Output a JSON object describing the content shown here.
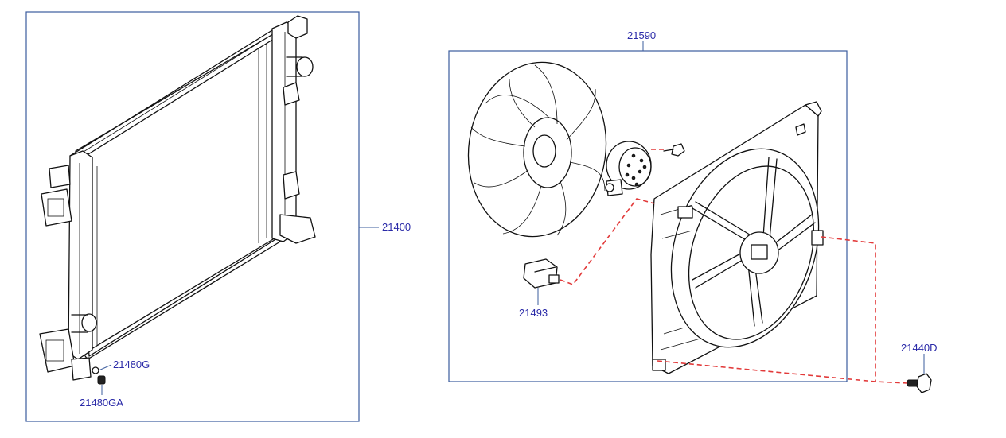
{
  "labels": {
    "radiator": "21400",
    "fan_assembly": "21590",
    "relay": "21493",
    "bolt": "21440D",
    "drain_plug_seal": "21480G",
    "drain_plug": "21480GA"
  },
  "colors": {
    "frame": "#3b5c9e",
    "label_text": "#2a2aa8",
    "dashed_line": "#e23a3a",
    "part_outline": "#111111"
  }
}
